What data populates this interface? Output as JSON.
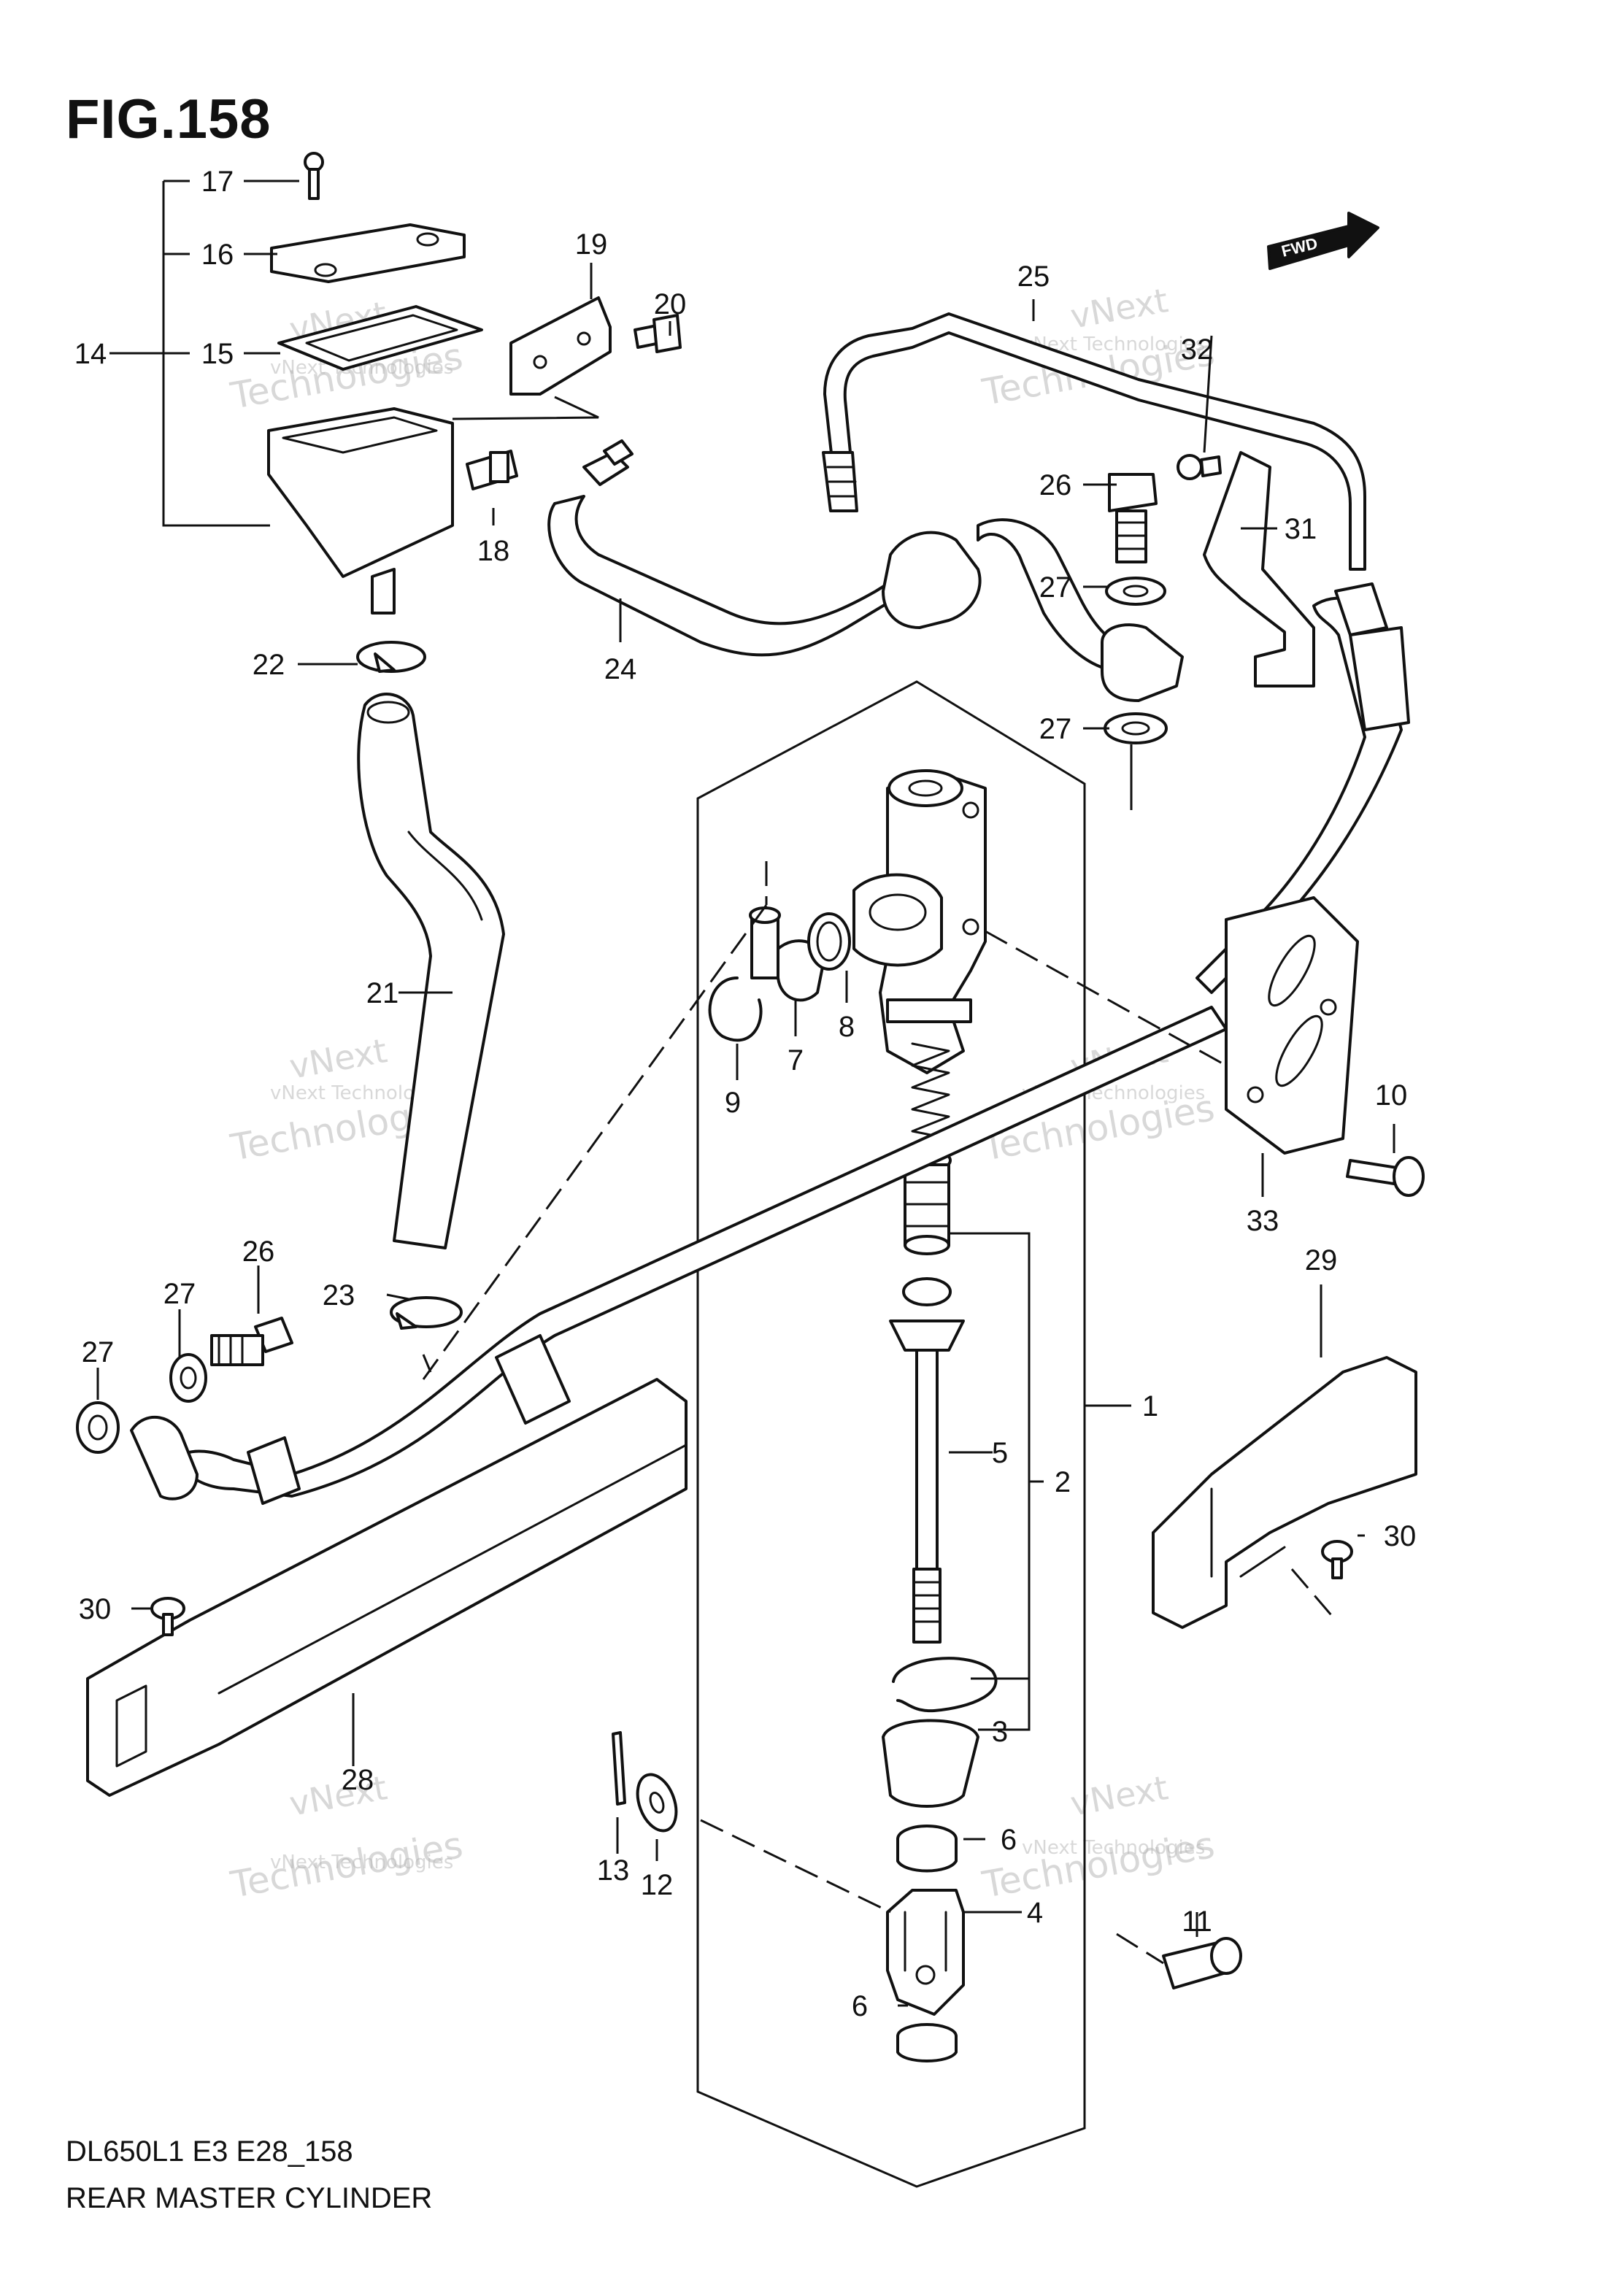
{
  "figure": {
    "title": "FIG.158"
  },
  "footer": {
    "model_code": "DL650L1 E3 E28_158",
    "diagram_name": "REAR MASTER CYLINDER"
  },
  "direction_badge": {
    "label": "FWD"
  },
  "watermark": {
    "line1": "vNext",
    "line2": "Technologies",
    "small": "vNext Technologies"
  },
  "callouts": [
    "17",
    "16",
    "15",
    "14",
    "19",
    "20",
    "25",
    "32",
    "26",
    "31",
    "18",
    "24",
    "27",
    "22",
    "27",
    "21",
    "7",
    "8",
    "9",
    "10",
    "33",
    "26",
    "27",
    "27",
    "23",
    "29",
    "1",
    "5",
    "2",
    "30",
    "30",
    "28",
    "3",
    "13",
    "12",
    "6",
    "4",
    "11",
    "6"
  ]
}
